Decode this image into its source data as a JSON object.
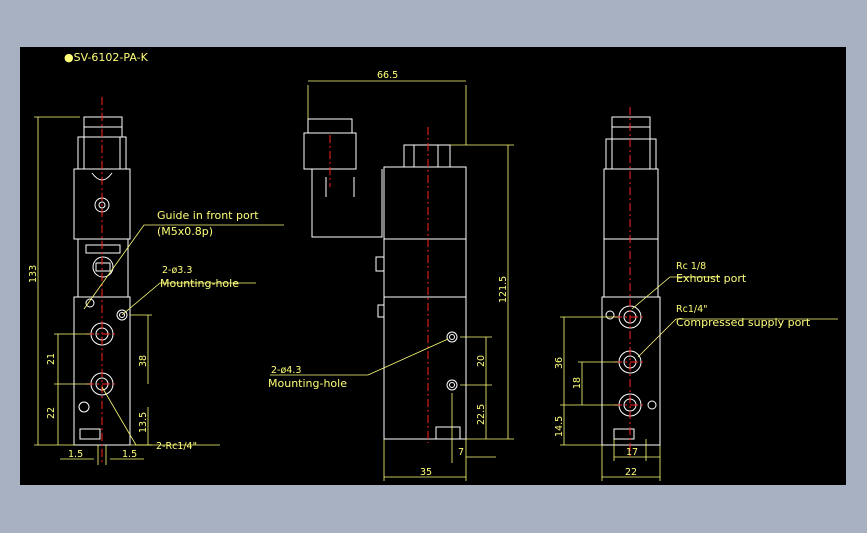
{
  "title": "●SV-6102-PA-K",
  "colors": {
    "background": "#a7b1c2",
    "drawing": "#000000",
    "outline": "#ffffff",
    "annotation": "#ffff7a",
    "centerline": "#ff2020"
  },
  "left_view": {
    "guide_label_1": "Guide in front port",
    "guide_label_2": "(M5x0.8p)",
    "hole_label_1": "2-ø3.3",
    "hole_label_2": "Mounting-hole",
    "port_label": "2-Rc1/4\"",
    "dims": {
      "height_total": "133",
      "d21": "21",
      "d22": "22",
      "d38": "38",
      "d13_5": "13.5",
      "d1_5_left": "1.5",
      "d1_5_right": "1.5"
    }
  },
  "middle_view": {
    "width_top": "66.5",
    "height": "121.5",
    "hole_label_1": "2-ø4.3",
    "hole_label_2": "Mounting-hole",
    "d20": "20",
    "d22_5": "22.5",
    "d7": "7",
    "d35": "35"
  },
  "right_view": {
    "exhaust_1": "Rc 1/8",
    "exhaust_2": "Exhoust port",
    "supply_1": "Rc1/4\"",
    "supply_2": "Compressed supply port",
    "d36": "36",
    "d18": "18",
    "d14_5": "14.5",
    "d17": "17",
    "d22": "22"
  }
}
